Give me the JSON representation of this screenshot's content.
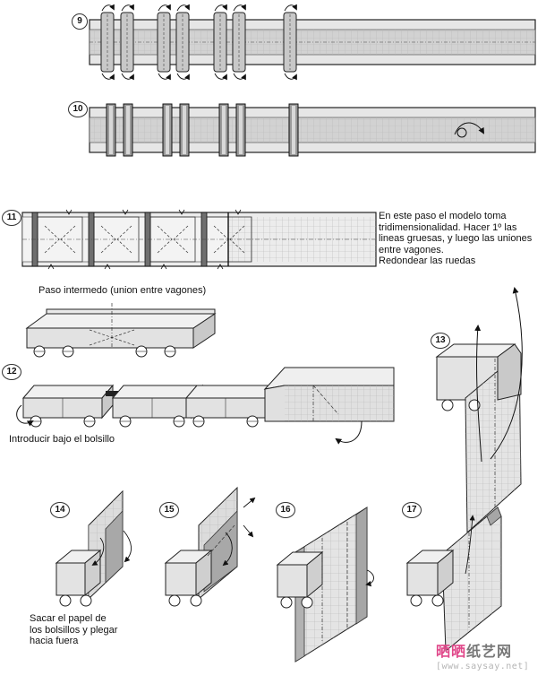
{
  "steps": [
    "9",
    "10",
    "11",
    "12",
    "13",
    "14",
    "15",
    "16",
    "17"
  ],
  "captions": {
    "step11": "En este paso el modelo toma\ntridimensionalidad. Hacer 1º las\nlineas gruesas, y luego las uniones\nentre vagones.\nRedondear las ruedas",
    "intermediate": "Paso intermedo (union entre vagones)",
    "pocket": "Introducir  bajo el bolsillo",
    "step14": "Sacar el papel de\nlos bolsillos y plegar\nhacia fuera"
  },
  "watermark": {
    "brand_part1": "晒晒",
    "brand_part2": "纸艺网",
    "url": "[www.saysay.net]"
  },
  "colors": {
    "paper_light": "#e8e8e8",
    "paper_mid": "#cccccc",
    "paper_dark": "#9e9e9e",
    "line": "#222222",
    "grid": "#bcbcbc",
    "brand_pink": "#e0488a"
  }
}
